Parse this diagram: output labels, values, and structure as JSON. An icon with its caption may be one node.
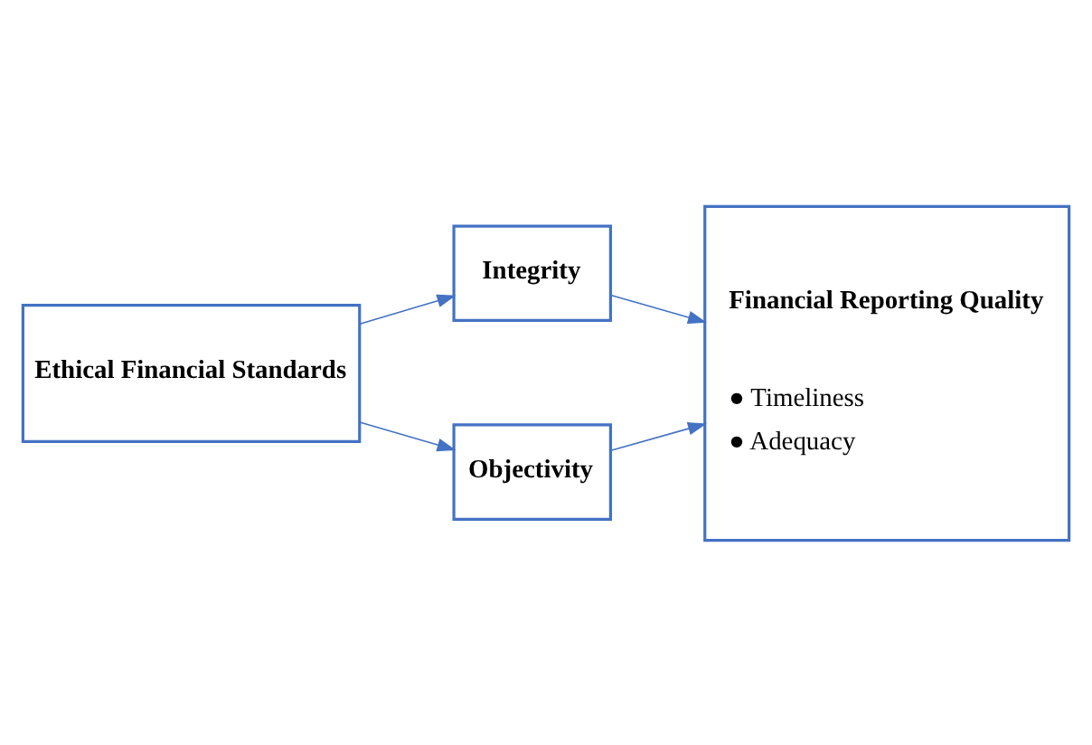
{
  "diagram": {
    "nodes": [
      {
        "text": [
          "Ethical Financial Standards"
        ]
      },
      {
        "text": [
          "Integrity"
        ]
      },
      {
        "text": [
          "Objectivity"
        ]
      },
      {
        "text": [
          "Financial Reporting Quality",
          "● Timeliness",
          "● Adequacy"
        ]
      }
    ],
    "edges": [
      {
        "from": 0,
        "to": 1,
        "arrow": "to"
      },
      {
        "from": 0,
        "to": 2,
        "arrow": "to"
      },
      {
        "from": 1,
        "to": 3,
        "arrow": "to"
      },
      {
        "from": 2,
        "to": 3,
        "arrow": "to"
      }
    ]
  }
}
